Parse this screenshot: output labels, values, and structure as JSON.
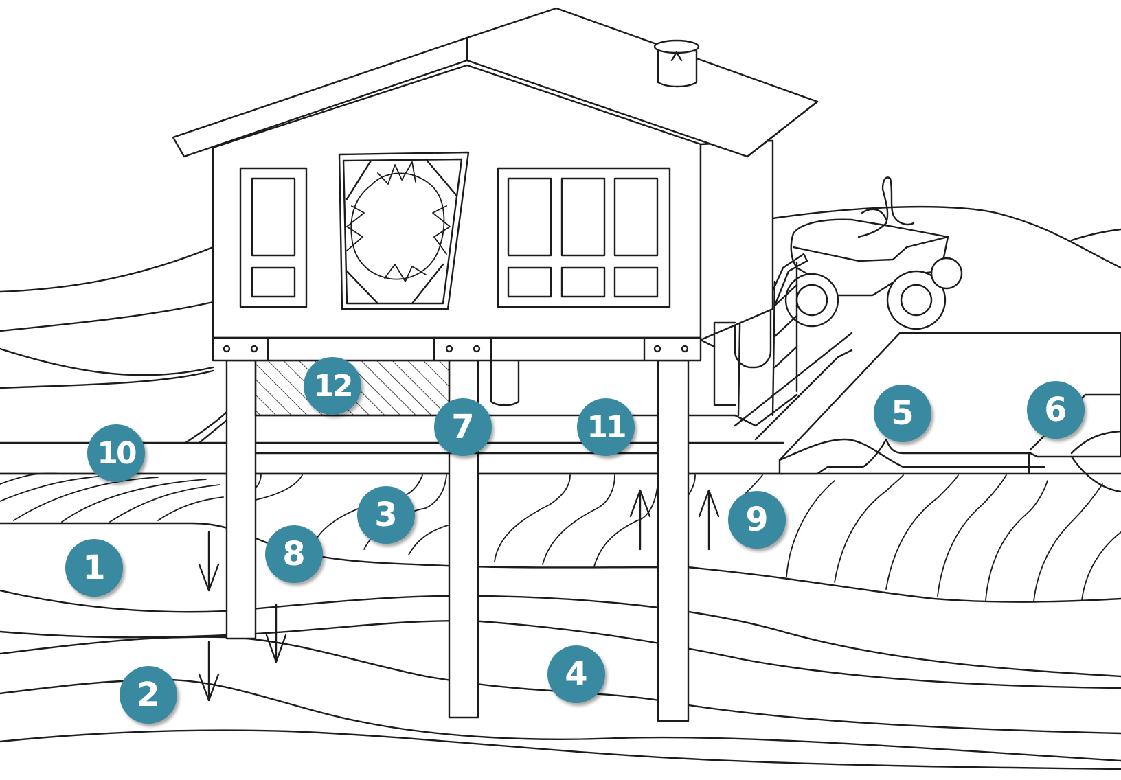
{
  "colors": {
    "badge": "#398aa0",
    "badge_text": "#ffffff",
    "line": "#1c1c1c",
    "background": "#ffffff"
  },
  "icons": [
    "house",
    "four-wheeler",
    "water-tank",
    "ladder",
    "chimney-vent",
    "arrow-up",
    "arrow-down"
  ],
  "markers": [
    {
      "label": "1"
    },
    {
      "label": "2"
    },
    {
      "label": "3"
    },
    {
      "label": "4"
    },
    {
      "label": "5"
    },
    {
      "label": "6"
    },
    {
      "label": "7"
    },
    {
      "label": "8"
    },
    {
      "label": "9"
    },
    {
      "label": "10"
    },
    {
      "label": "11"
    },
    {
      "label": "12"
    }
  ]
}
